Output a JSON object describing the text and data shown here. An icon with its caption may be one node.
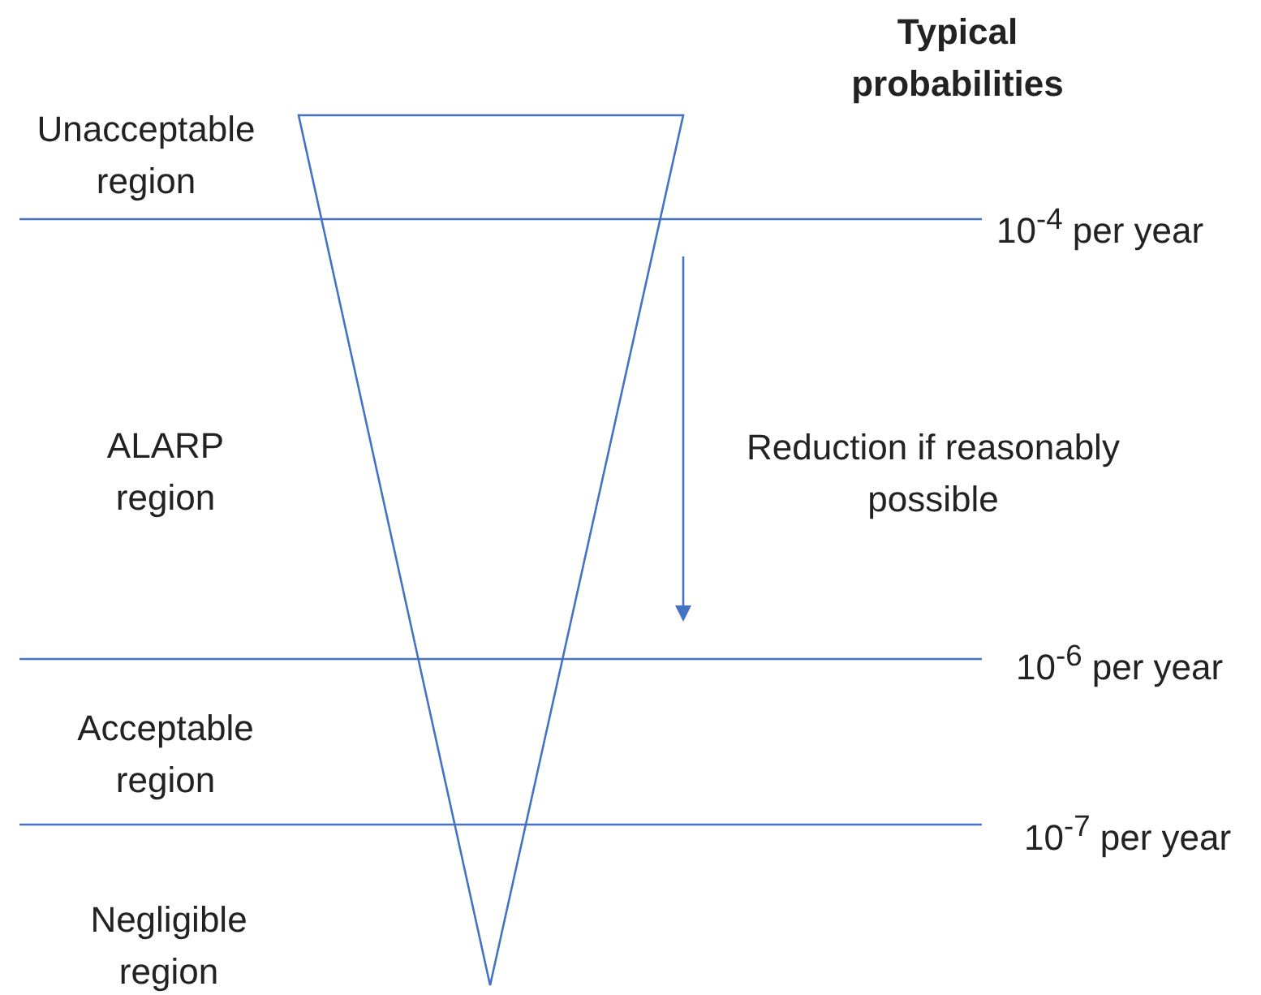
{
  "diagram": {
    "nodes": [
      {
        "text": [],
        "shape": "triangle"
      }
    ],
    "labels": [
      "Typical probabilities",
      "Unacceptable region",
      "10$^{-4}$ per year",
      "ALARP region",
      "Reduction if reasonably possible",
      "10$^{-6}$ per year",
      "Acceptable region",
      "10$^{-7}$ per year",
      "Negligible region"
    ]
  }
}
